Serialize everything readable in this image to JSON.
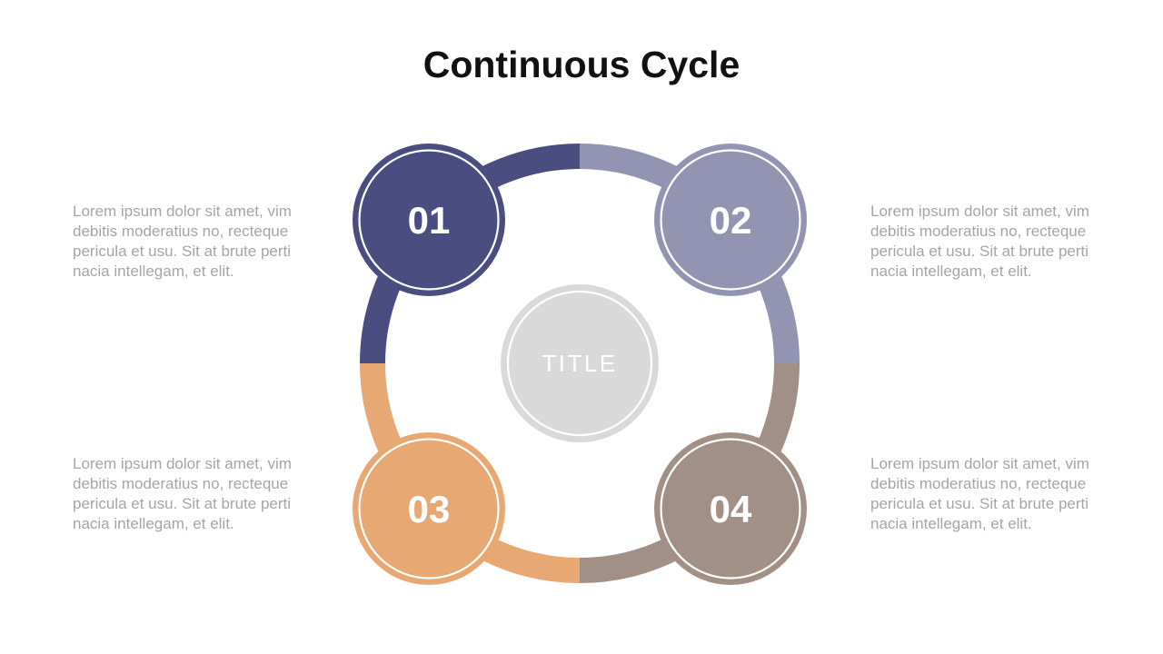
{
  "title": "Continuous Cycle",
  "center": {
    "label": "TITLE",
    "fill": "#d9d9d9"
  },
  "steps": [
    {
      "number": "01",
      "color": "#4a4d80",
      "position": "top-left",
      "text": "Lorem ipsum dolor sit amet, vim\ndebitis moderatius no, recteque\npericula et usu. Sit at brute perti\nnacia intellegam, et elit."
    },
    {
      "number": "02",
      "color": "#9294b1",
      "position": "top-right",
      "text": "Lorem ipsum dolor sit amet, vim\ndebitis moderatius no, recteque\npericula et usu. Sit at brute perti\nnacia intellegam, et elit."
    },
    {
      "number": "03",
      "color": "#e7a873",
      "position": "bottom-left",
      "text": "Lorem ipsum dolor sit amet, vim\ndebitis moderatius no, recteque\npericula et usu. Sit at brute perti\nnacia intellegam, et elit."
    },
    {
      "number": "04",
      "color": "#a29086",
      "position": "bottom-right",
      "text": "Lorem ipsum dolor sit amet, vim\ndebitis moderatius no, recteque\npericula et usu. Sit at brute perti\nnacia intellegam, et elit."
    }
  ],
  "colors": {
    "title_text": "#111111",
    "body_text": "#a5a5a5",
    "number_text": "#ffffff",
    "center_label_text": "#ffffff",
    "background": "#ffffff"
  }
}
